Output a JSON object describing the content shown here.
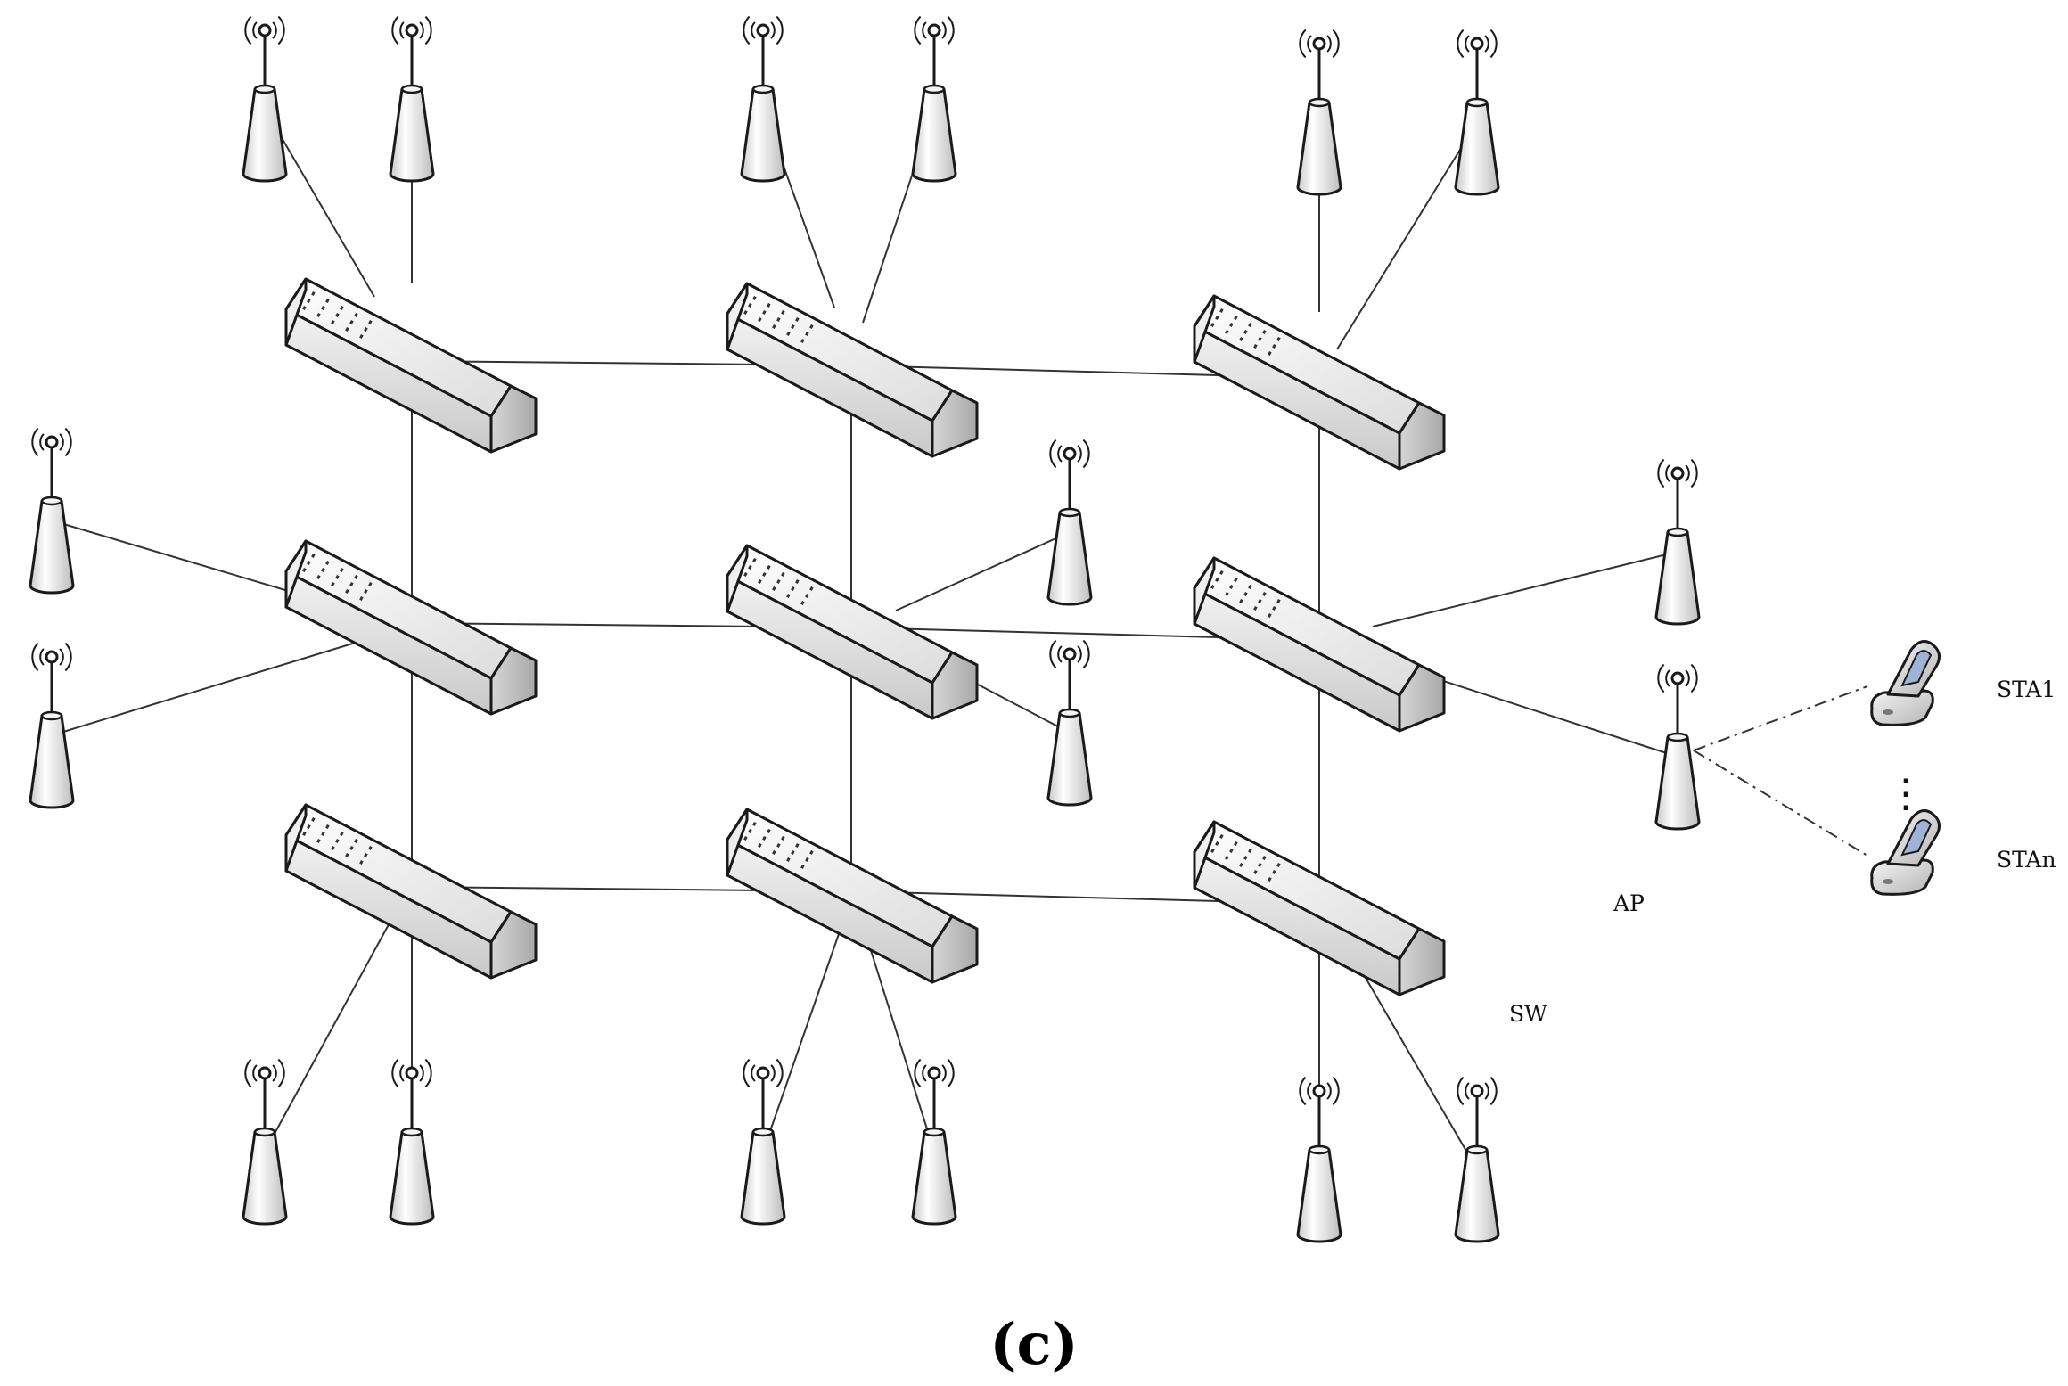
{
  "labels": {
    "sw": "SW",
    "ap": "AP",
    "sta1": "STA1",
    "stan": "STAn",
    "ellipsis": "⋮"
  },
  "caption": "(c)",
  "colors": {
    "stroke": "#1a1a1a",
    "link": "#333333",
    "body_light": "#fbfbfb",
    "body_mid": "#e2e2e2",
    "body_dark": "#b8b8b8"
  },
  "icons": {
    "switch": "network-switch-icon",
    "access_point": "access-point-icon",
    "station": "mobile-phone-icon"
  },
  "network": {
    "switches": [
      {
        "id": "sw-1-1"
      },
      {
        "id": "sw-1-2"
      },
      {
        "id": "sw-1-3"
      },
      {
        "id": "sw-2-1"
      },
      {
        "id": "sw-2-2"
      },
      {
        "id": "sw-2-3"
      },
      {
        "id": "sw-3-1"
      },
      {
        "id": "sw-3-2"
      },
      {
        "id": "sw-3-3"
      }
    ],
    "switch_links": [
      [
        "sw-1-1",
        "sw-1-2"
      ],
      [
        "sw-1-2",
        "sw-1-3"
      ],
      [
        "sw-2-1",
        "sw-2-2"
      ],
      [
        "sw-2-2",
        "sw-2-3"
      ],
      [
        "sw-3-1",
        "sw-3-2"
      ],
      [
        "sw-3-2",
        "sw-3-3"
      ],
      [
        "sw-1-1",
        "sw-2-1"
      ],
      [
        "sw-2-1",
        "sw-3-1"
      ],
      [
        "sw-1-2",
        "sw-2-2"
      ],
      [
        "sw-2-2",
        "sw-3-2"
      ],
      [
        "sw-1-3",
        "sw-2-3"
      ],
      [
        "sw-2-3",
        "sw-3-3"
      ]
    ],
    "access_points": [
      {
        "id": "ap-1",
        "switch": "sw-1-1"
      },
      {
        "id": "ap-2",
        "switch": "sw-1-1"
      },
      {
        "id": "ap-3",
        "switch": "sw-1-2"
      },
      {
        "id": "ap-4",
        "switch": "sw-1-2"
      },
      {
        "id": "ap-5",
        "switch": "sw-1-3"
      },
      {
        "id": "ap-6",
        "switch": "sw-1-3"
      },
      {
        "id": "ap-7",
        "switch": "sw-2-1"
      },
      {
        "id": "ap-8",
        "switch": "sw-2-1"
      },
      {
        "id": "ap-9",
        "switch": "sw-2-2"
      },
      {
        "id": "ap-10",
        "switch": "sw-2-2"
      },
      {
        "id": "ap-11",
        "switch": "sw-2-3"
      },
      {
        "id": "ap-12",
        "switch": "sw-2-3"
      },
      {
        "id": "ap-13",
        "switch": "sw-3-1"
      },
      {
        "id": "ap-14",
        "switch": "sw-3-1"
      },
      {
        "id": "ap-15",
        "switch": "sw-3-2"
      },
      {
        "id": "ap-16",
        "switch": "sw-3-2"
      },
      {
        "id": "ap-17",
        "switch": "sw-3-3"
      },
      {
        "id": "ap-18",
        "switch": "sw-3-3"
      }
    ],
    "stations": [
      {
        "id": "sta-1",
        "ap": "ap-12"
      },
      {
        "id": "sta-n",
        "ap": "ap-12"
      }
    ]
  }
}
